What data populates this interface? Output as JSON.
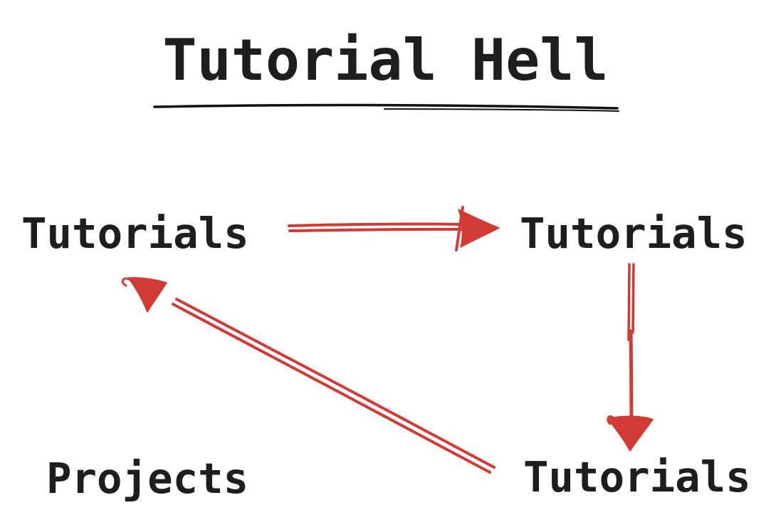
{
  "title": {
    "text": "Tutorial Hell"
  },
  "nodes": {
    "top_left": {
      "id": "tutorials-1",
      "label": "Tutorials"
    },
    "top_right": {
      "id": "tutorials-2",
      "label": "Tutorials"
    },
    "bottom_right": {
      "id": "tutorials-3",
      "label": "Tutorials"
    },
    "bottom_left": {
      "id": "projects",
      "label": "Projects"
    }
  },
  "arrows": [
    {
      "from": "tutorials-1",
      "to": "tutorials-2",
      "direction": "right"
    },
    {
      "from": "tutorials-2",
      "to": "tutorials-3",
      "direction": "down"
    },
    {
      "from": "tutorials-3",
      "to": "tutorials-1",
      "direction": "up-left"
    }
  ],
  "colors": {
    "background": "#ffffff",
    "text": "#1e1e1e",
    "arrow": "#d13b34",
    "underline": "#111111"
  }
}
